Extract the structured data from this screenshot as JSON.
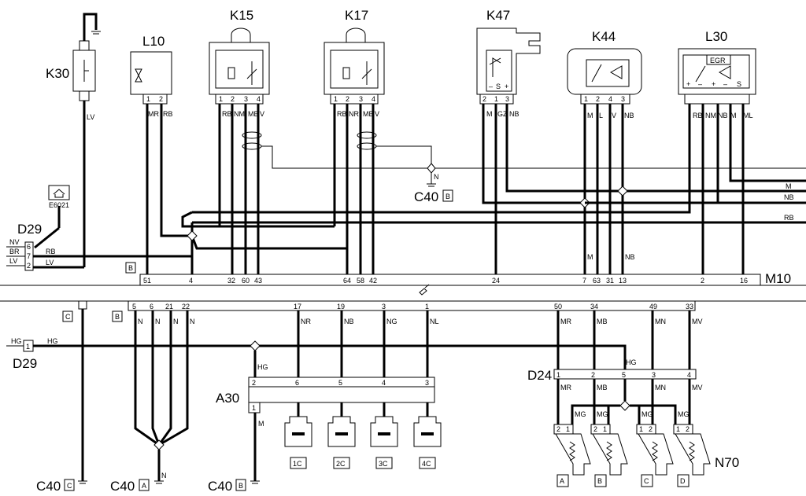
{
  "components": {
    "K30": "K30",
    "L10": "L10",
    "K15": "K15",
    "K17": "K17",
    "K47": "K47",
    "K44": "K44",
    "L30": "L30",
    "M10": "M10",
    "D29_top": "D29",
    "D29_bottom": "D29",
    "A30": "A30",
    "D24": "D24",
    "N70": "N70",
    "E6021": "E6021",
    "C40_top": "C40",
    "C40_b1": "C40",
    "C40_b2": "C40",
    "C40_b3": "C40"
  },
  "ground_tags": {
    "top": "B",
    "b1": "C",
    "b2": "A",
    "b3": "B"
  },
  "connector_tags": {
    "m10_top": "B",
    "m10_bot_left": "C",
    "m10_bot_mid": "B"
  },
  "l30_label": "EGR",
  "pins": {
    "L10": [
      "1",
      "2"
    ],
    "K15": [
      "1",
      "2",
      "3",
      "4"
    ],
    "K17": [
      "1",
      "2",
      "3",
      "4"
    ],
    "K47": [
      "2",
      "1",
      "3"
    ],
    "K44": [
      "1",
      "2",
      "4",
      "3"
    ],
    "D29_top": [
      "6",
      "7",
      "2"
    ],
    "D29_bottom": [
      "1"
    ],
    "M10_top": [
      "51",
      "4",
      "32",
      "60",
      "43",
      "64",
      "58",
      "42",
      "24",
      "7",
      "63",
      "31",
      "13",
      "2",
      "16"
    ],
    "M10_bot": [
      "5",
      "6",
      "21",
      "22",
      "17",
      "19",
      "3",
      "1",
      "50",
      "34",
      "49",
      "33"
    ],
    "A30_top": [
      "2",
      "6",
      "5",
      "4",
      "3"
    ],
    "A30_bot": [
      "1"
    ],
    "D24": [
      "1",
      "2",
      "5",
      "3",
      "4"
    ]
  },
  "wire_colors": {
    "K30": "LV",
    "L10": [
      "MR",
      "RB"
    ],
    "K15": [
      "RB",
      "NM",
      "MB",
      "V"
    ],
    "K17": [
      "RB",
      "NR",
      "MB",
      "V"
    ],
    "K47": [
      "M",
      "GZ",
      "NB"
    ],
    "K44": [
      "M",
      "L",
      "V",
      "NB"
    ],
    "L30": [
      "RB",
      "NM",
      "NB",
      "M",
      "ML"
    ],
    "D29_side": [
      "NV",
      "BR",
      "LV"
    ],
    "D29_out": [
      "RB",
      "LV"
    ],
    "right_edge": [
      "M",
      "NB",
      "RB"
    ],
    "M10_top_mid": [
      "M",
      "NB"
    ],
    "ground_N": "N",
    "M10_bot_left": [
      "N",
      "N",
      "N",
      "N"
    ],
    "M10_bot_mid": [
      "NR",
      "NB",
      "NG",
      "NL"
    ],
    "M10_bot_right": [
      "MR",
      "MB",
      "MN",
      "MV"
    ],
    "D24_out": [
      "MR",
      "MB",
      "MN",
      "MV"
    ],
    "HG": [
      "HG",
      "HG",
      "HG",
      "HG"
    ],
    "A30_out": "M",
    "injector_MG": [
      "MG",
      "MG",
      "MG",
      "MG"
    ]
  },
  "injector_pins": [
    "2",
    "1"
  ],
  "coils": [
    "1C",
    "2C",
    "3C",
    "4C"
  ],
  "injectors": [
    "A",
    "B",
    "C",
    "D"
  ]
}
